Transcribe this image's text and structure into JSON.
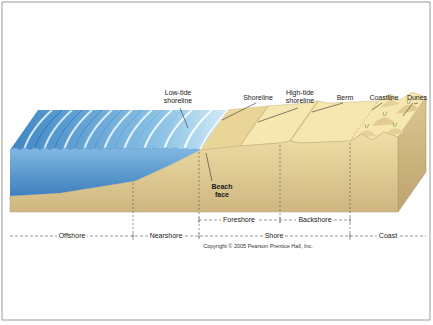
{
  "diagram": {
    "labels": [
      "Low-tide shoreline",
      "Shoreline",
      "High-tide shoreline",
      "Berm",
      "Coastline",
      "Dunes",
      "Beach face",
      "Foreshore",
      "Backshore",
      "Offshore",
      "Nearshore",
      "Shore",
      "Coast",
      "Copyright © 2005 Pearson Prentice Hall, Inc."
    ]
  }
}
